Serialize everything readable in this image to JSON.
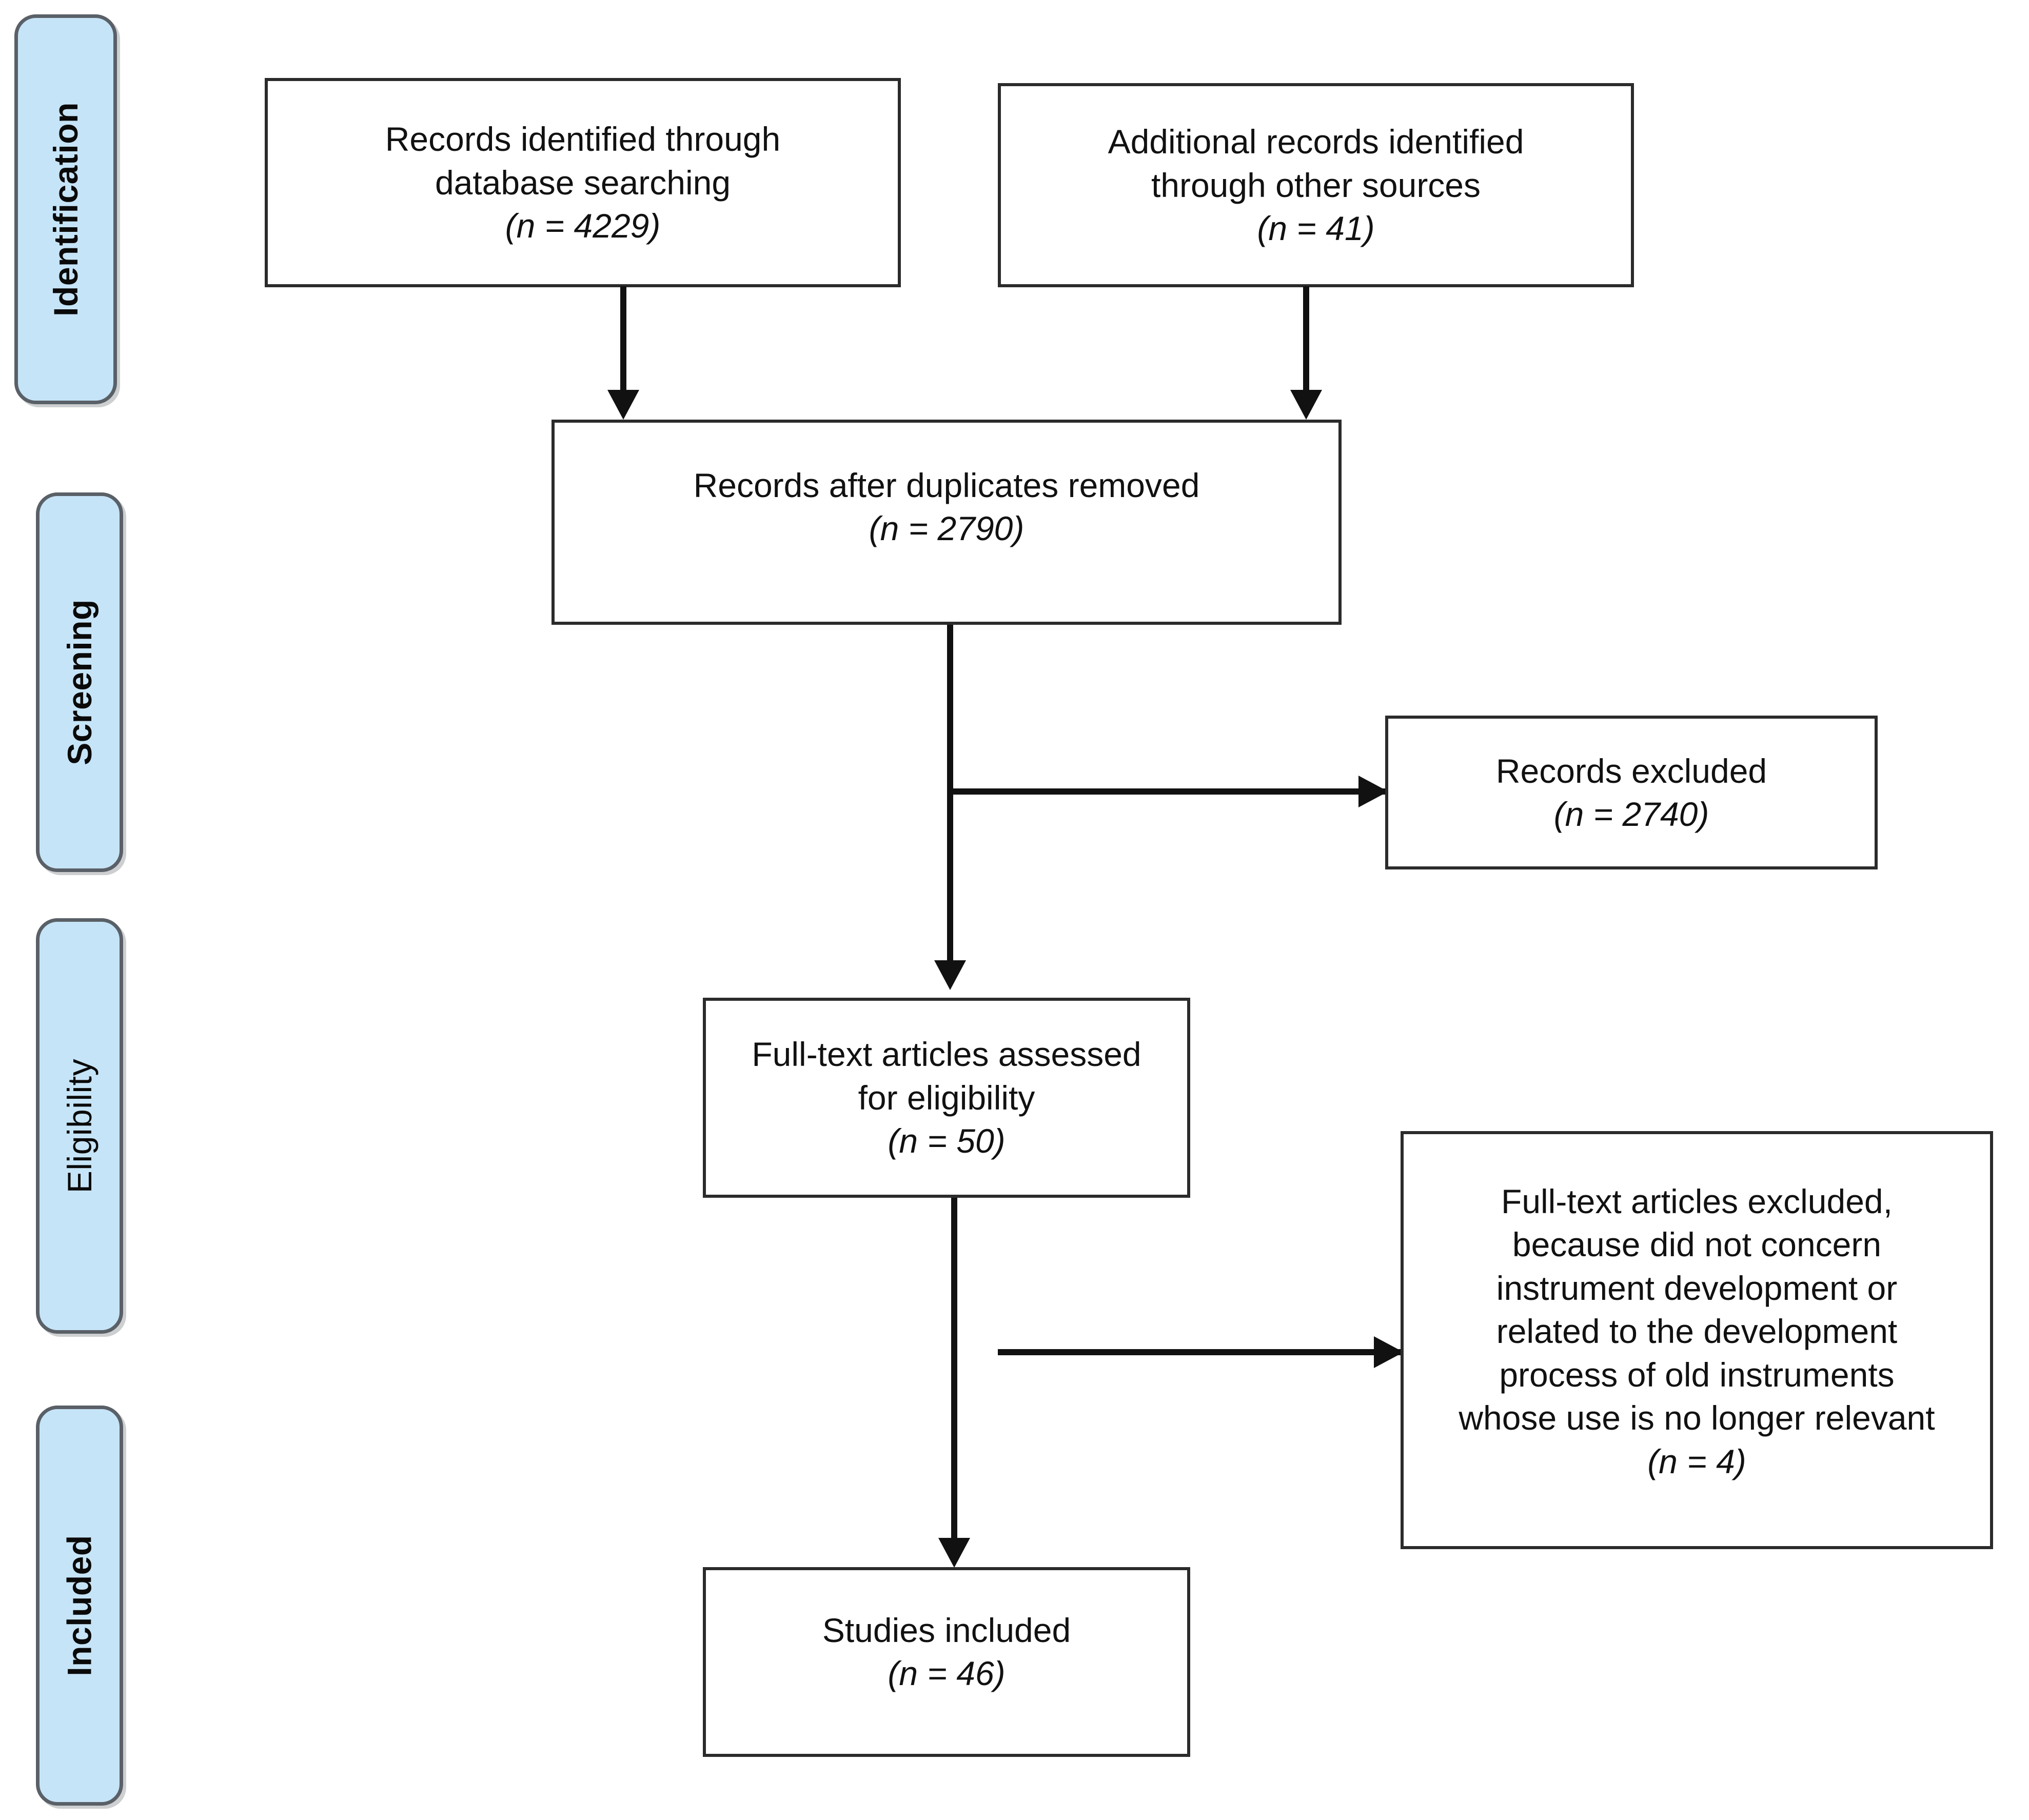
{
  "diagram": {
    "type": "prisma-flow-diagram",
    "stages": [
      {
        "id": "identification",
        "label": "Identification"
      },
      {
        "id": "screening",
        "label": "Screening"
      },
      {
        "id": "eligibility",
        "label": "Eligibility"
      },
      {
        "id": "included",
        "label": "Included"
      }
    ],
    "boxes": [
      {
        "id": "records-identified-database",
        "stage": "identification",
        "lines": [
          "Records identified through",
          "database searching"
        ],
        "count_label": "(n = 4229)",
        "n_symbol": "n",
        "n_value": 4229
      },
      {
        "id": "records-identified-other",
        "stage": "identification",
        "lines": [
          "Additional records identified",
          "through other sources"
        ],
        "count_label": "(n = 41)",
        "n_symbol": "n",
        "n_value": 41
      },
      {
        "id": "records-after-duplicates",
        "stage": "screening",
        "lines": [
          "Records after duplicates removed"
        ],
        "count_label": "(n = 2790)",
        "n_symbol": "n",
        "n_value": 2790
      },
      {
        "id": "records-excluded",
        "stage": "screening",
        "lines": [
          "Records excluded"
        ],
        "count_label": "(n = 2740)",
        "n_symbol": "n",
        "n_value": 2740
      },
      {
        "id": "fulltext-assessed",
        "stage": "eligibility",
        "lines": [
          "Full-text articles assessed",
          "for eligibility"
        ],
        "count_label": "(n = 50)",
        "n_symbol": "n",
        "n_value": 50
      },
      {
        "id": "fulltext-excluded",
        "stage": "eligibility",
        "lines": [
          "Full-text articles excluded,",
          "because did not concern",
          "instrument development or",
          "related to the development",
          "process of old instruments",
          "whose use is no longer relevant"
        ],
        "count_label": "(n = 4)",
        "n_symbol": "n",
        "n_value": 4
      },
      {
        "id": "studies-included",
        "stage": "included",
        "lines": [
          "Studies included"
        ],
        "count_label": "(n = 46)",
        "n_symbol": "n",
        "n_value": 46
      }
    ],
    "colors": {
      "pill_fill": "#C6E4F7",
      "pill_border": "#5A6067",
      "box_border": "#2b2b2b",
      "connector": "#111111",
      "background": "#ffffff",
      "text": "#111111"
    }
  }
}
